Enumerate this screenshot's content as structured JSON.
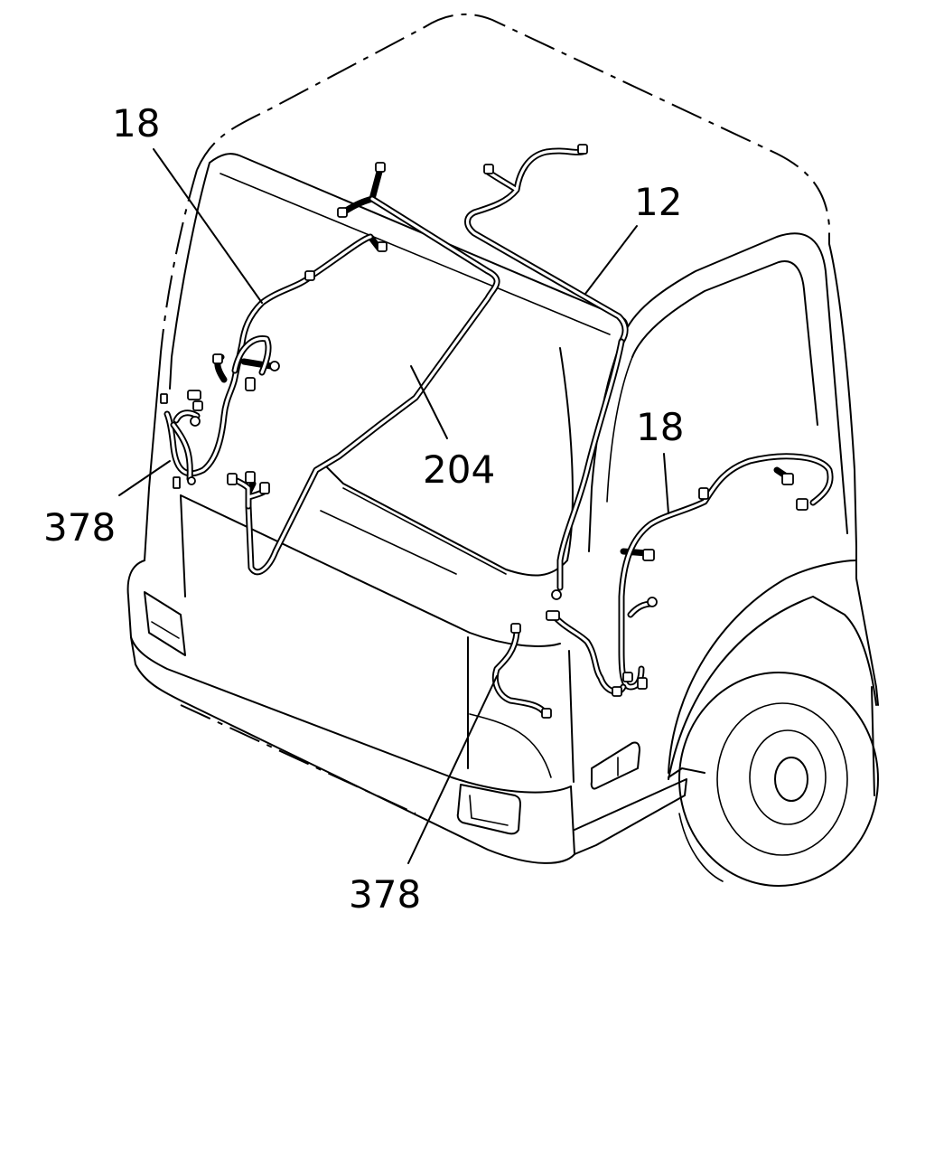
{
  "diagram": {
    "callouts": [
      {
        "id": "harness-left",
        "label": "18"
      },
      {
        "id": "harness-roof",
        "label": "12"
      },
      {
        "id": "harness-center",
        "label": "204"
      },
      {
        "id": "harness-right",
        "label": "18"
      },
      {
        "id": "clip-left",
        "label": "378"
      },
      {
        "id": "clip-center",
        "label": "378"
      }
    ],
    "colors": {
      "line": "#000000",
      "background": "#ffffff"
    }
  }
}
